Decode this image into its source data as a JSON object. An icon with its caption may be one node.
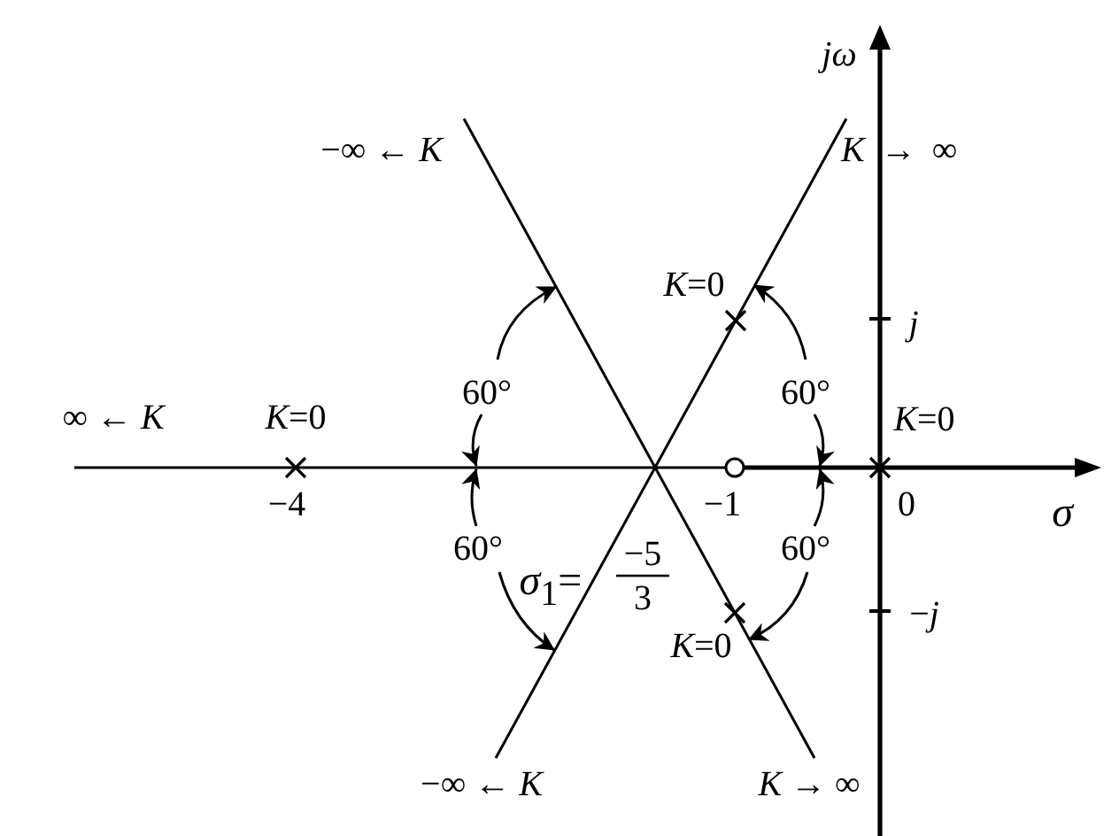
{
  "diagram": {
    "nodes": [
      {
        "text": [
          "−∞ ← *K*"
        ]
      },
      {
        "text": [
          "*K* → ∞"
        ]
      },
      {
        "text": [
          "−∞ ← *K*"
        ]
      },
      {
        "text": [
          "*K* → ∞"
        ]
      }
    ],
    "edges": [
      {
        "from": 0,
        "to": 3,
        "arrow": "none"
      },
      {
        "from": 2,
        "to": 1,
        "arrow": "none"
      }
    ],
    "labels": [
      "jω",
      "*K*=0",
      "j",
      "60°",
      "60°",
      "∞ ← *K*",
      "*K*=0",
      "*K*=0",
      "−4",
      "−1",
      "0",
      "σ",
      "60°",
      "−5",
      "60°",
      "*σ*$_{1}$=",
      "3",
      "−*j*",
      "*K*=0"
    ]
  }
}
